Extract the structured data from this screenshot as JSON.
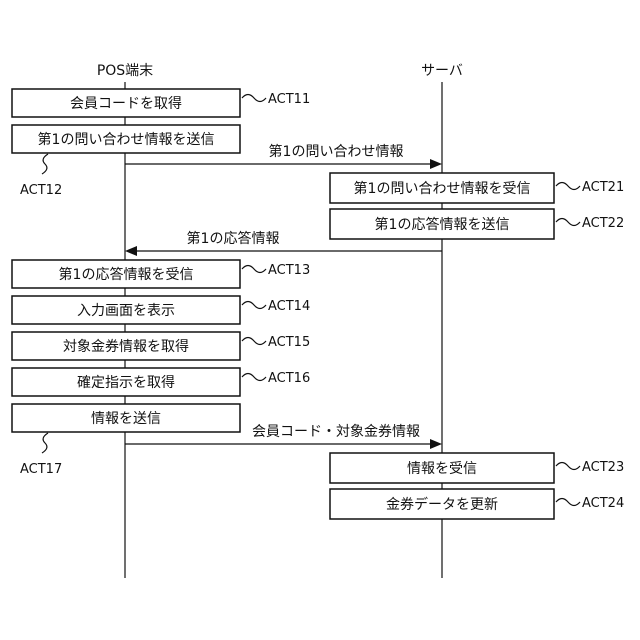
{
  "actors": {
    "pos": "POS端末",
    "server": "サーバ"
  },
  "pos_steps": [
    {
      "label": "会員コードを取得",
      "act": "ACT11"
    },
    {
      "label": "第1の問い合わせ情報を送信",
      "act": "ACT12"
    },
    {
      "label": "第1の応答情報を受信",
      "act": "ACT13"
    },
    {
      "label": "入力画面を表示",
      "act": "ACT14"
    },
    {
      "label": "対象金券情報を取得",
      "act": "ACT15"
    },
    {
      "label": "確定指示を取得",
      "act": "ACT16"
    },
    {
      "label": "情報を送信",
      "act": "ACT17"
    }
  ],
  "server_steps": [
    {
      "label": "第1の問い合わせ情報を受信",
      "act": "ACT21"
    },
    {
      "label": "第1の応答情報を送信",
      "act": "ACT22"
    },
    {
      "label": "情報を受信",
      "act": "ACT23"
    },
    {
      "label": "金券データを更新",
      "act": "ACT24"
    }
  ],
  "messages": [
    {
      "label": "第1の問い合わせ情報",
      "direction": "pos-to-server"
    },
    {
      "label": "第1の応答情報",
      "direction": "server-to-pos"
    },
    {
      "label": "会員コード・対象金券情報",
      "direction": "pos-to-server"
    }
  ]
}
